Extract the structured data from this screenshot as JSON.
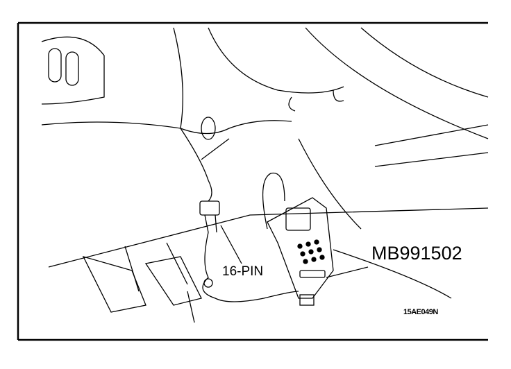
{
  "labels": {
    "connector": "16-PIN",
    "tool": "MB991502",
    "figure_id": "15AE049N"
  },
  "colors": {
    "line": "#000000",
    "background": "#ffffff"
  }
}
